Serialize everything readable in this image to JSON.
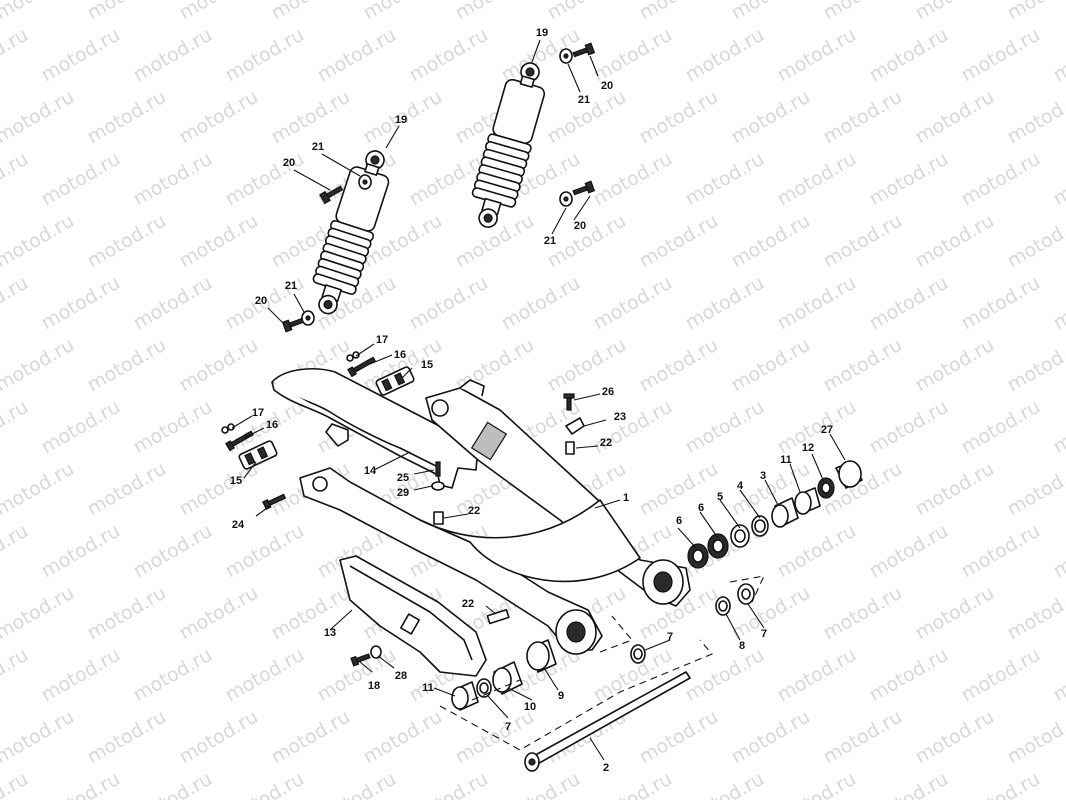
{
  "watermark": "motod.ru",
  "callouts": {
    "c1": "1",
    "c2": "2",
    "c3": "3",
    "c4": "4",
    "c5": "5",
    "c6a": "6",
    "c6b": "6",
    "c7a": "7",
    "c7b": "7",
    "c7c": "7",
    "c8": "8",
    "c9": "9",
    "c10": "10",
    "c11a": "11",
    "c11b": "11",
    "c12": "12",
    "c13": "13",
    "c14": "14",
    "c15a": "15",
    "c15b": "15",
    "c16a": "16",
    "c16b": "16",
    "c17a": "17",
    "c17b": "17",
    "c18": "18",
    "c19a": "19",
    "c19b": "19",
    "c20a": "20",
    "c20b": "20",
    "c20c": "20",
    "c20d": "20",
    "c21a": "21",
    "c21b": "21",
    "c21c": "21",
    "c21d": "21",
    "c22a": "22",
    "c22b": "22",
    "c22c": "22",
    "c23": "23",
    "c24": "24",
    "c25": "25",
    "c26": "26",
    "c27": "27",
    "c28": "28",
    "c29": "29"
  }
}
